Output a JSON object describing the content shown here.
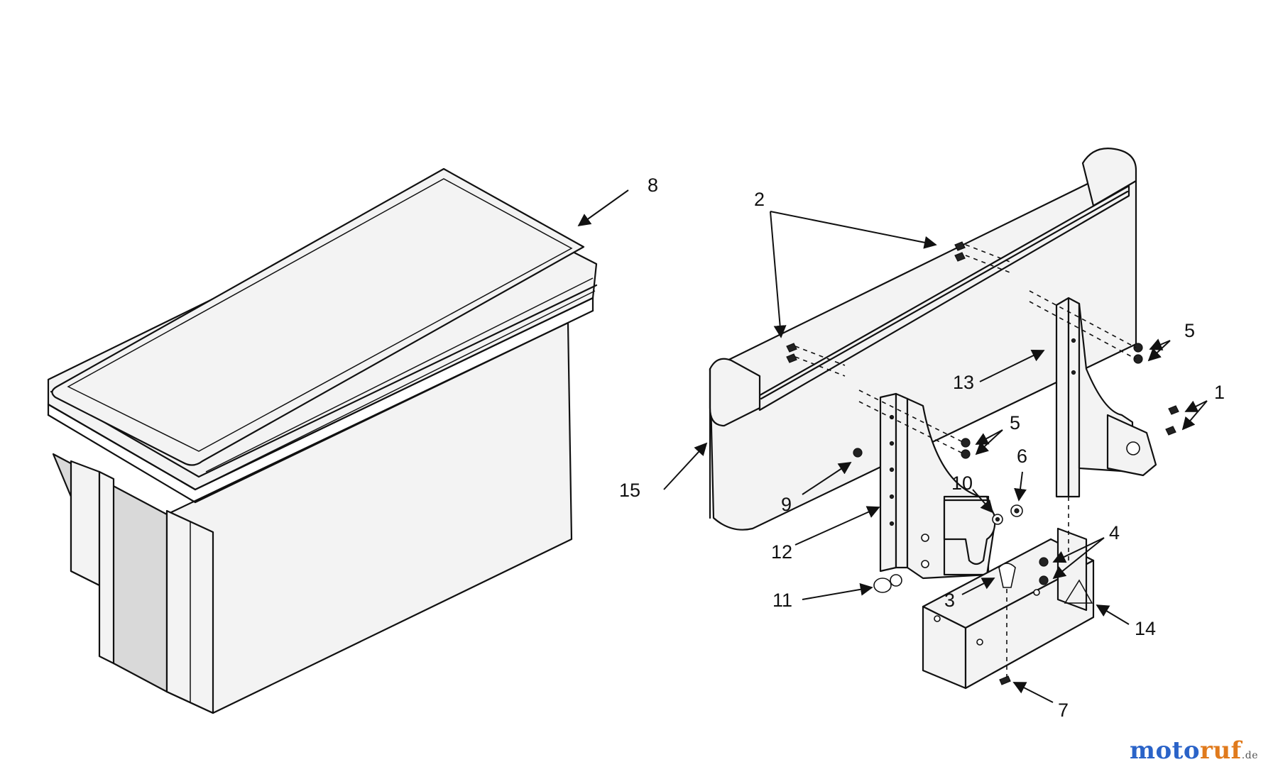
{
  "callouts": {
    "c1": "1",
    "c2": "2",
    "c3": "3",
    "c4": "4",
    "c5a": "5",
    "c5b": "5",
    "c6": "6",
    "c7": "7",
    "c8": "8",
    "c9": "9",
    "c10": "10",
    "c11": "11",
    "c12": "12",
    "c13": "13",
    "c14": "14",
    "c15": "15"
  },
  "watermark": {
    "text_a": "moto",
    "text_b": "ruf",
    "suffix": ".de",
    "color_a": "#2a63c8",
    "color_b": "#e07a1c"
  }
}
